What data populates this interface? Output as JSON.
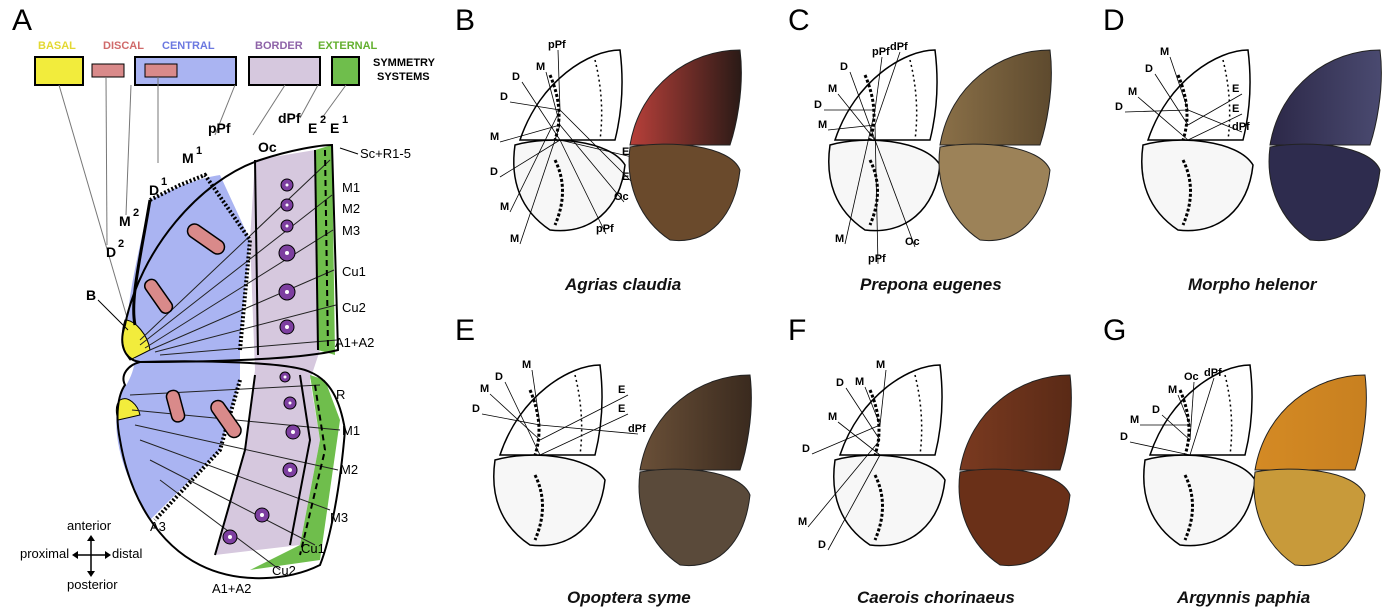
{
  "panels": {
    "A": {
      "letter": "A",
      "systems_header": {
        "line1": "SYMMETRY",
        "line2": "SYSTEMS"
      },
      "systems": [
        {
          "label": "BASAL",
          "color": "#f2ec3c",
          "text_color": "#e3d832"
        },
        {
          "label": "DISCAL",
          "color": "#d98a8a",
          "text_color": "#d06a6a"
        },
        {
          "label": "CENTRAL",
          "color": "#aab4f2",
          "text_color": "#6b78e0"
        },
        {
          "label": "BORDER",
          "color": "#d6c8de",
          "text_color": "#8e63a8"
        },
        {
          "label": "EXTERNAL",
          "color": "#6fbe4c",
          "text_color": "#63b02f"
        }
      ],
      "element_labels": {
        "Oc": "Oc",
        "pPf": "pPf",
        "dPf": "dPf",
        "M1": "M",
        "M2": "M",
        "D1": "D",
        "D2": "D",
        "E2": "E",
        "E1": "E",
        "B": "B",
        "sup1": "1",
        "sup2": "2"
      },
      "vein_labels": {
        "sc": "Sc+R1-5",
        "m1": "M1",
        "m2": "M2",
        "m3": "M3",
        "cu1": "Cu1",
        "cu2": "Cu2",
        "a1a2": "A1+A2",
        "r": "R",
        "hm1": "M1",
        "hm2": "M2",
        "hm3": "M3",
        "hcu1": "Cu1",
        "hcu2": "Cu2",
        "ha1a2": "A1+A2",
        "a3": "A3"
      },
      "compass": {
        "anterior": "anterior",
        "posterior": "posterior",
        "proximal": "proximal",
        "distal": "distal"
      }
    },
    "B": {
      "letter": "B",
      "species": "Agrias claudia",
      "labels": [
        "pPf",
        "M",
        "D",
        "D",
        "M",
        "D",
        "M",
        "M",
        "E",
        "E",
        "Oc",
        "pPf"
      ],
      "wing_colors": {
        "fore_base": "#b8403a",
        "fore_tip": "#2a1a16",
        "hind": "#6a4a2c"
      }
    },
    "C": {
      "letter": "C",
      "species": "Prepona eugenes",
      "labels": [
        "pPf",
        "dPf",
        "M",
        "D",
        "M",
        "D",
        "M",
        "pPf",
        "Oc"
      ],
      "wing_colors": {
        "fore_base": "#8a7048",
        "fore_tip": "#5e4a2e",
        "hind": "#9c8258"
      }
    },
    "D": {
      "letter": "D",
      "species": "Morpho helenor",
      "labels": [
        "M",
        "D",
        "M",
        "D",
        "E",
        "E",
        "dPf"
      ],
      "wing_colors": {
        "fore_base": "#2c2848",
        "fore_tip": "#4a4a70",
        "hind": "#2e2c4e"
      }
    },
    "E": {
      "letter": "E",
      "species": "Opoptera syme",
      "labels": [
        "M",
        "M",
        "D",
        "D",
        "E",
        "E",
        "dPf"
      ],
      "wing_colors": {
        "fore_base": "#6a5038",
        "fore_tip": "#3a2a1e",
        "hind": "#5a4a3a"
      }
    },
    "F": {
      "letter": "F",
      "species": "Caerois chorinaeus",
      "labels": [
        "M",
        "D",
        "M",
        "D",
        "M",
        "D",
        "M"
      ],
      "wing_colors": {
        "fore_base": "#7a3a20",
        "fore_tip": "#5a2a16",
        "hind": "#6a3018"
      }
    },
    "G": {
      "letter": "G",
      "species": "Argynnis paphia",
      "labels": [
        "M",
        "Oc",
        "dPf",
        "M",
        "D",
        "D"
      ],
      "wing_colors": {
        "fore_base": "#d48a24",
        "fore_tip": "#c88020",
        "hind": "#c89a3a"
      }
    }
  }
}
